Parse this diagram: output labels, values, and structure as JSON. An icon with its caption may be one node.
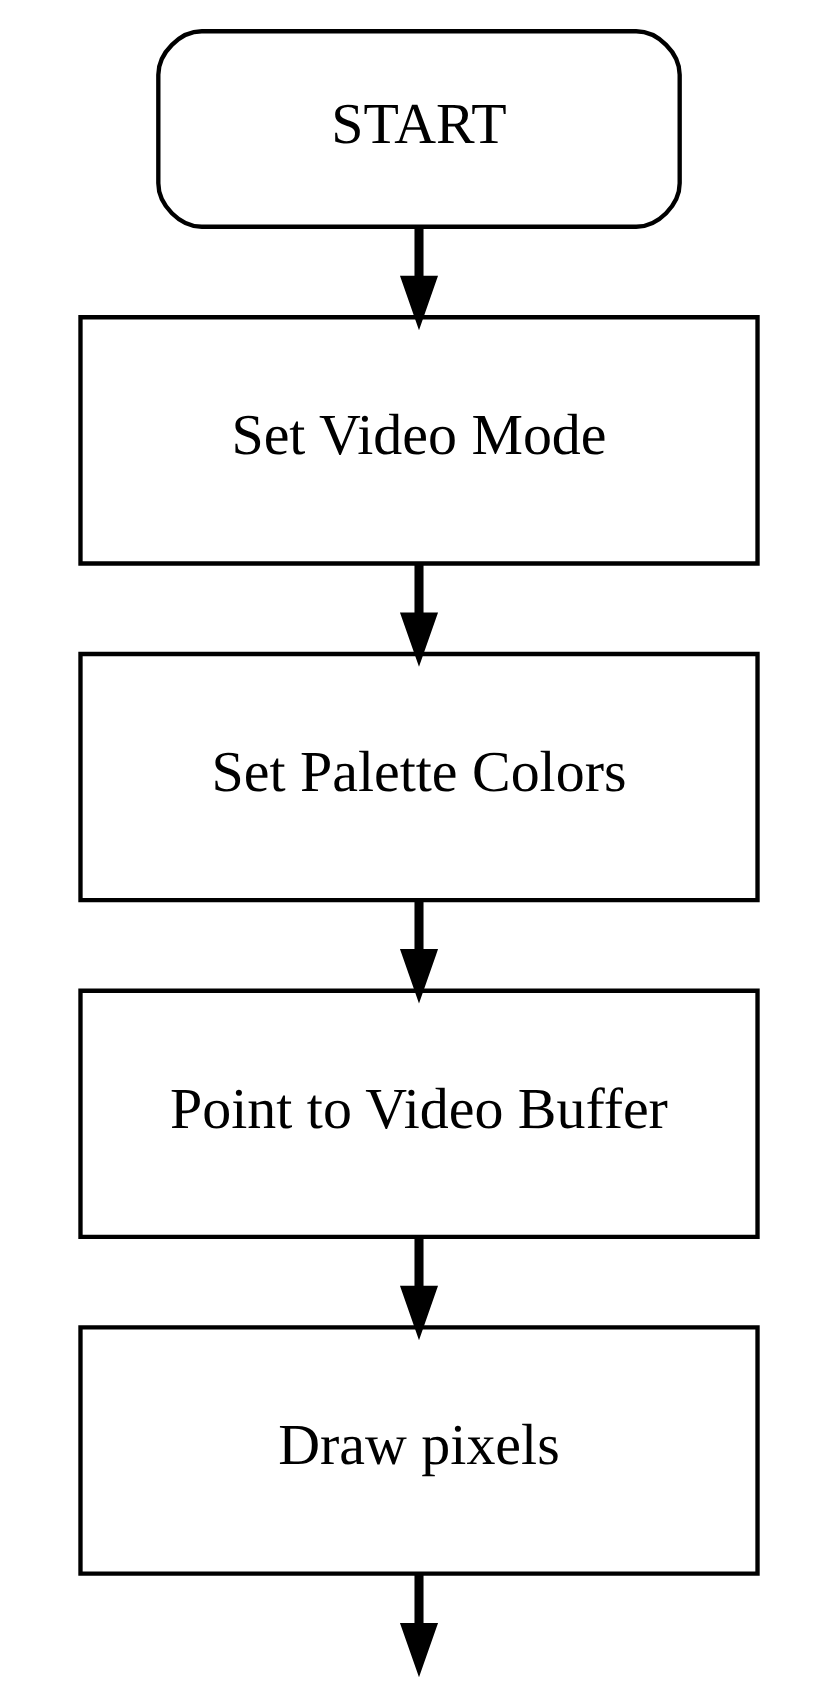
{
  "diagram": {
    "nodes": [
      {
        "text": [
          "START"
        ]
      },
      {
        "text": [
          "Set Video Mode"
        ]
      },
      {
        "text": [
          "Set Palette Colors"
        ]
      },
      {
        "text": [
          "Point to Video Buffer"
        ]
      },
      {
        "text": [
          "Draw pixels"
        ]
      }
    ],
    "edges": [
      {
        "from": 0,
        "to": 1,
        "arrow": "to"
      },
      {
        "from": 1,
        "to": 2,
        "arrow": "to"
      },
      {
        "from": 2,
        "to": 3,
        "arrow": "to"
      },
      {
        "from": 3,
        "to": 4,
        "arrow": "to"
      },
      {
        "from": 4,
        "to": null,
        "arrow": "to"
      }
    ]
  }
}
